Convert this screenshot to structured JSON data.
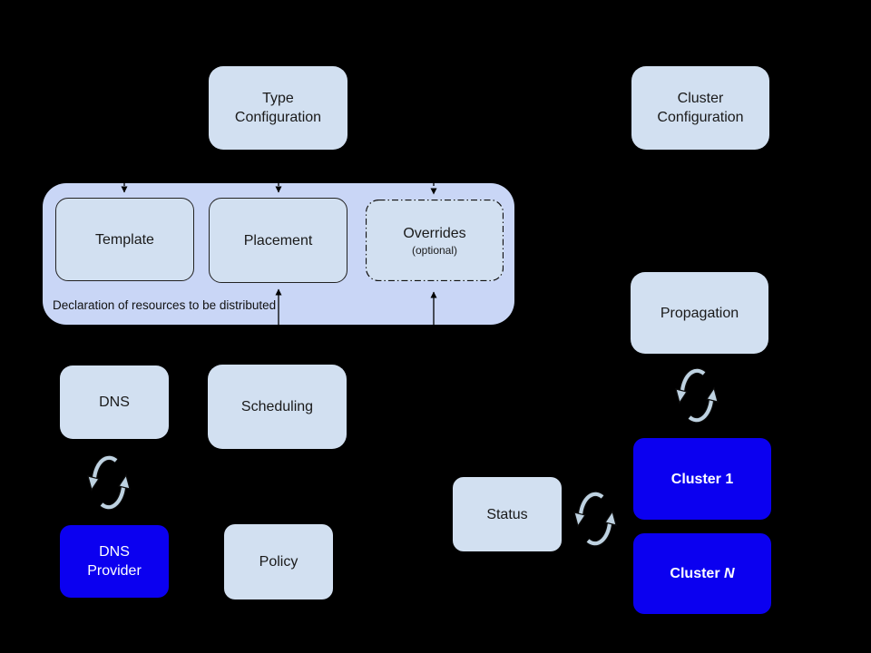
{
  "colors": {
    "background": "#000000",
    "box_fill": "#d2e0f1",
    "container_fill": "#c9d6f6",
    "accent_blue": "#0b00f0",
    "box_text": "#1a1a1a",
    "sync_fill": "#bed2e1",
    "connector": "#000000"
  },
  "container": {
    "caption": "Declaration of resources to be distributed"
  },
  "nodes": {
    "type_configuration": {
      "label": "Type\nConfiguration"
    },
    "cluster_configuration": {
      "label": "Cluster\nConfiguration"
    },
    "template": {
      "label": "Template"
    },
    "placement": {
      "label": "Placement"
    },
    "overrides": {
      "label": "Overrides",
      "sublabel": "(optional)"
    },
    "dns": {
      "label": "DNS"
    },
    "scheduling": {
      "label": "Scheduling"
    },
    "propagation": {
      "label": "Propagation"
    },
    "dns_provider": {
      "label": "DNS\nProvider"
    },
    "policy": {
      "label": "Policy"
    },
    "status": {
      "label": "Status"
    },
    "cluster_1": {
      "label": "Cluster 1"
    },
    "cluster_n": {
      "prefix": "Cluster ",
      "suffix": "N"
    }
  },
  "icons": {
    "sync": "circular-sync-arrows"
  }
}
